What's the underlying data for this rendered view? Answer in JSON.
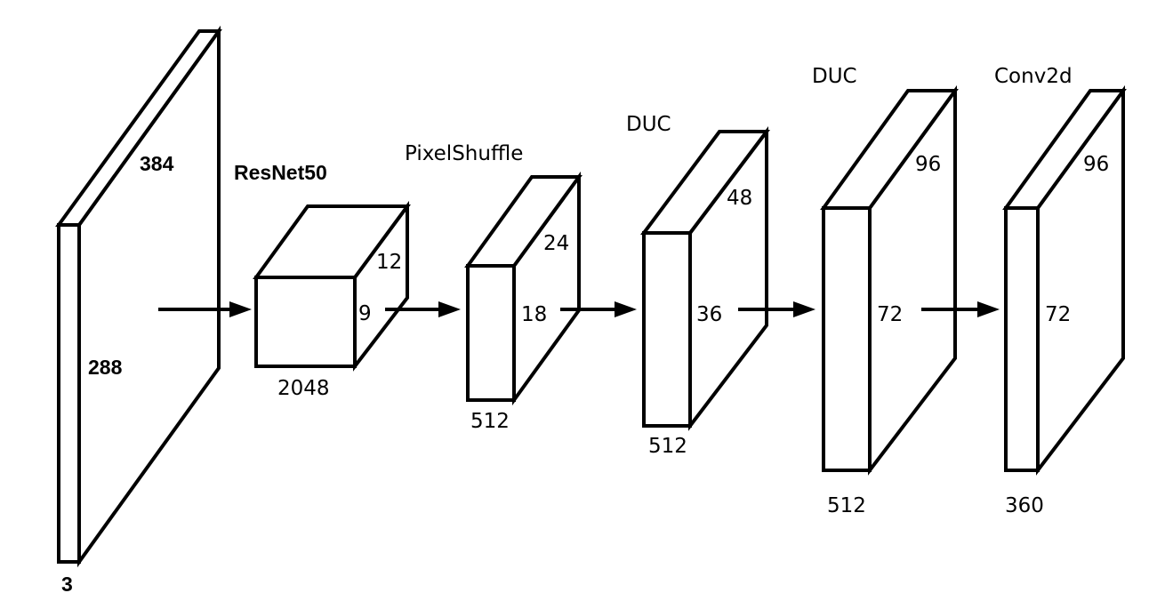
{
  "diagram": {
    "type": "neural-network-architecture",
    "blocks": [
      {
        "id": "input",
        "title": "",
        "dims": {
          "depth": "384",
          "height": "288",
          "channels": "3"
        }
      },
      {
        "id": "resnet50",
        "title": "ResNet50",
        "dims": {
          "depth": "12",
          "height": "9",
          "channels": "2048"
        }
      },
      {
        "id": "pixelshuffle",
        "title": "PixelShuffle",
        "dims": {
          "depth": "24",
          "height": "18",
          "channels": "512"
        }
      },
      {
        "id": "duc1",
        "title": "DUC",
        "dims": {
          "depth": "48",
          "height": "36",
          "channels": "512"
        }
      },
      {
        "id": "duc2",
        "title": "DUC",
        "dims": {
          "depth": "96",
          "height": "72",
          "channels": "512"
        }
      },
      {
        "id": "conv2d",
        "title": "Conv2d",
        "dims": {
          "depth": "96",
          "height": "72",
          "channels": "360"
        }
      }
    ],
    "edges": [
      {
        "from": "input",
        "to": "resnet50"
      },
      {
        "from": "resnet50",
        "to": "pixelshuffle"
      },
      {
        "from": "pixelshuffle",
        "to": "duc1"
      },
      {
        "from": "duc1",
        "to": "duc2"
      },
      {
        "from": "duc2",
        "to": "conv2d"
      }
    ]
  }
}
